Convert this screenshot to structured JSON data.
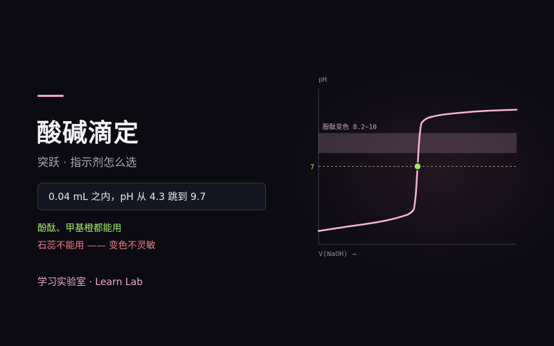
{
  "title": "酸碱滴定",
  "subtitle": "突跃 · 指示剂怎么选",
  "callout": "0.04 mL 之内，pH 从 4.3 跳到 9.7",
  "note_good": "酚酞、甲基橙都能用",
  "note_bad": "石蕊不能用 —— 变色不灵敏",
  "brand": "学习实验室 · Learn Lab",
  "colors": {
    "accent": "#f0a6c9",
    "good": "#a6e86a",
    "bad": "#f0788a",
    "curve": "#f6b4d3",
    "band": "#b48aa6",
    "marker": "#a6e86a"
  },
  "chart_data": {
    "type": "line",
    "title": "",
    "xlabel": "V(NaOH) →",
    "ylabel": "pH",
    "ylim": [
      0,
      14
    ],
    "series": [
      {
        "values": [
          {
            "x": 0.0,
            "y": 1.2
          },
          {
            "x": 0.15,
            "y": 1.6
          },
          {
            "x": 0.3,
            "y": 2.0
          },
          {
            "x": 0.42,
            "y": 2.5
          },
          {
            "x": 0.48,
            "y": 3.1
          },
          {
            "x": 0.49,
            "y": 4.3
          },
          {
            "x": 0.5,
            "y": 7.0
          },
          {
            "x": 0.51,
            "y": 9.7
          },
          {
            "x": 0.52,
            "y": 10.9
          },
          {
            "x": 0.58,
            "y": 11.5
          },
          {
            "x": 0.7,
            "y": 11.8
          },
          {
            "x": 0.85,
            "y": 12.0
          },
          {
            "x": 1.0,
            "y": 12.1
          }
        ]
      }
    ],
    "xlim": [
      0,
      1
    ],
    "reference_line": {
      "y": 7,
      "label": "7",
      "style": "dashed"
    },
    "equivalence_point": {
      "x": 0.5,
      "y": 7.0
    },
    "band": {
      "y_from": 8.2,
      "y_to": 10.0,
      "label": "酚酞变色 8.2~10"
    },
    "grid": false,
    "legend": "none"
  }
}
